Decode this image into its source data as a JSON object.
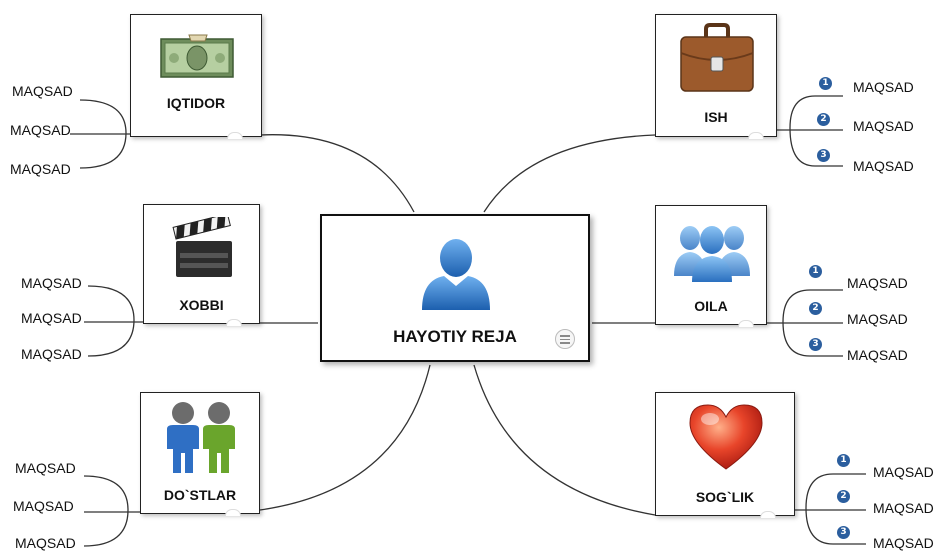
{
  "center": {
    "title": "HAYOTIY REJA",
    "icon": "person-icon"
  },
  "goal_label": "MAQSAD",
  "colors": {
    "line": "#333333",
    "number_badge": "#2b5e9e"
  },
  "nodes": {
    "iqtidor": {
      "label": "IQTIDOR",
      "icon": "money-icon",
      "goals": [
        "MAQSAD",
        "MAQSAD",
        "MAQSAD"
      ]
    },
    "xobbi": {
      "label": "XOBBI",
      "icon": "clapperboard-icon",
      "goals": [
        "MAQSAD",
        "MAQSAD",
        "MAQSAD"
      ]
    },
    "dostlar": {
      "label": "DO`STLAR",
      "icon": "friends-icon",
      "goals": [
        "MAQSAD",
        "MAQSAD",
        "MAQSAD"
      ]
    },
    "ish": {
      "label": "ISH",
      "icon": "briefcase-icon",
      "goals": [
        "MAQSAD",
        "MAQSAD",
        "MAQSAD"
      ],
      "numbers": [
        "1",
        "2",
        "3"
      ]
    },
    "oila": {
      "label": "OILA",
      "icon": "family-icon",
      "goals": [
        "MAQSAD",
        "MAQSAD",
        "MAQSAD"
      ],
      "numbers": [
        "1",
        "2",
        "3"
      ]
    },
    "soglik": {
      "label": "SOG`LIK",
      "icon": "heart-icon",
      "goals": [
        "MAQSAD",
        "MAQSAD",
        "MAQSAD"
      ],
      "numbers": [
        "1",
        "2",
        "3"
      ]
    }
  }
}
